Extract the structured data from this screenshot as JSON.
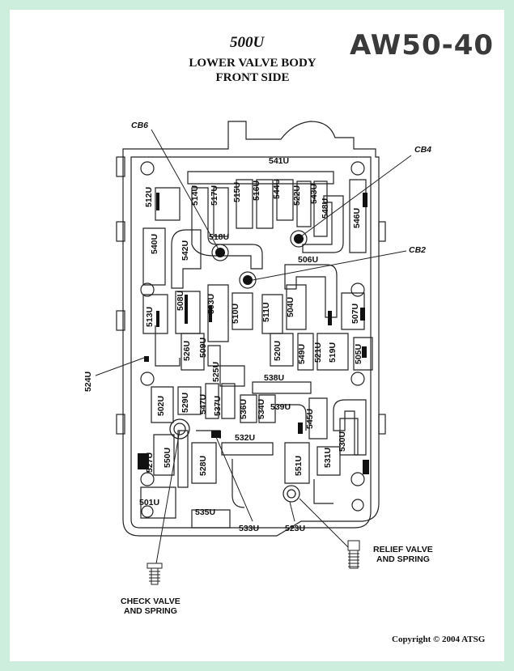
{
  "header": {
    "code": "500U",
    "line1": "LOWER VALVE BODY",
    "line2": "FRONT SIDE",
    "model": "AW50-40"
  },
  "footer": {
    "copyright": "Copyright © 2004 ATSG"
  },
  "checkballs": {
    "cb6": "CB6",
    "cb4": "CB4",
    "cb2": "CB2"
  },
  "callouts": {
    "check_line1": "CHECK VALVE",
    "check_line2": "AND SPRING",
    "relief_line1": "RELIEF VALVE",
    "relief_line2": "AND SPRING"
  },
  "passages": {
    "p541": "541U",
    "p512": "512U",
    "p514": "514U",
    "p517": "517U",
    "p515": "515U",
    "p516": "516U",
    "p544": "544U",
    "p522": "522U",
    "p543": "543U",
    "p548": "548U",
    "p546": "546U",
    "p540": "540U",
    "p518": "518U",
    "p542": "542U",
    "p506": "506U",
    "p508": "508U",
    "p503": "503U",
    "p510": "510U",
    "p511": "511U",
    "p504": "504U",
    "p507": "507U",
    "p513": "513U",
    "p526": "526U",
    "p509": "509U",
    "p520": "520U",
    "p549": "549U",
    "p521": "521U",
    "p519": "519U",
    "p505": "505U",
    "p524": "524U",
    "p525": "525U",
    "p538": "538U",
    "p502": "502U",
    "p529": "529U",
    "p547": "547U",
    "p537": "537U",
    "p536": "536U",
    "p534": "534U",
    "p539": "539U",
    "p545": "545U",
    "p530": "530U",
    "p532": "532U",
    "p531": "531U",
    "p527": "527U",
    "p550": "550U",
    "p528": "528U",
    "p551": "551U",
    "p501": "501U",
    "p535": "535U",
    "p533": "533U",
    "p523": "523U"
  }
}
